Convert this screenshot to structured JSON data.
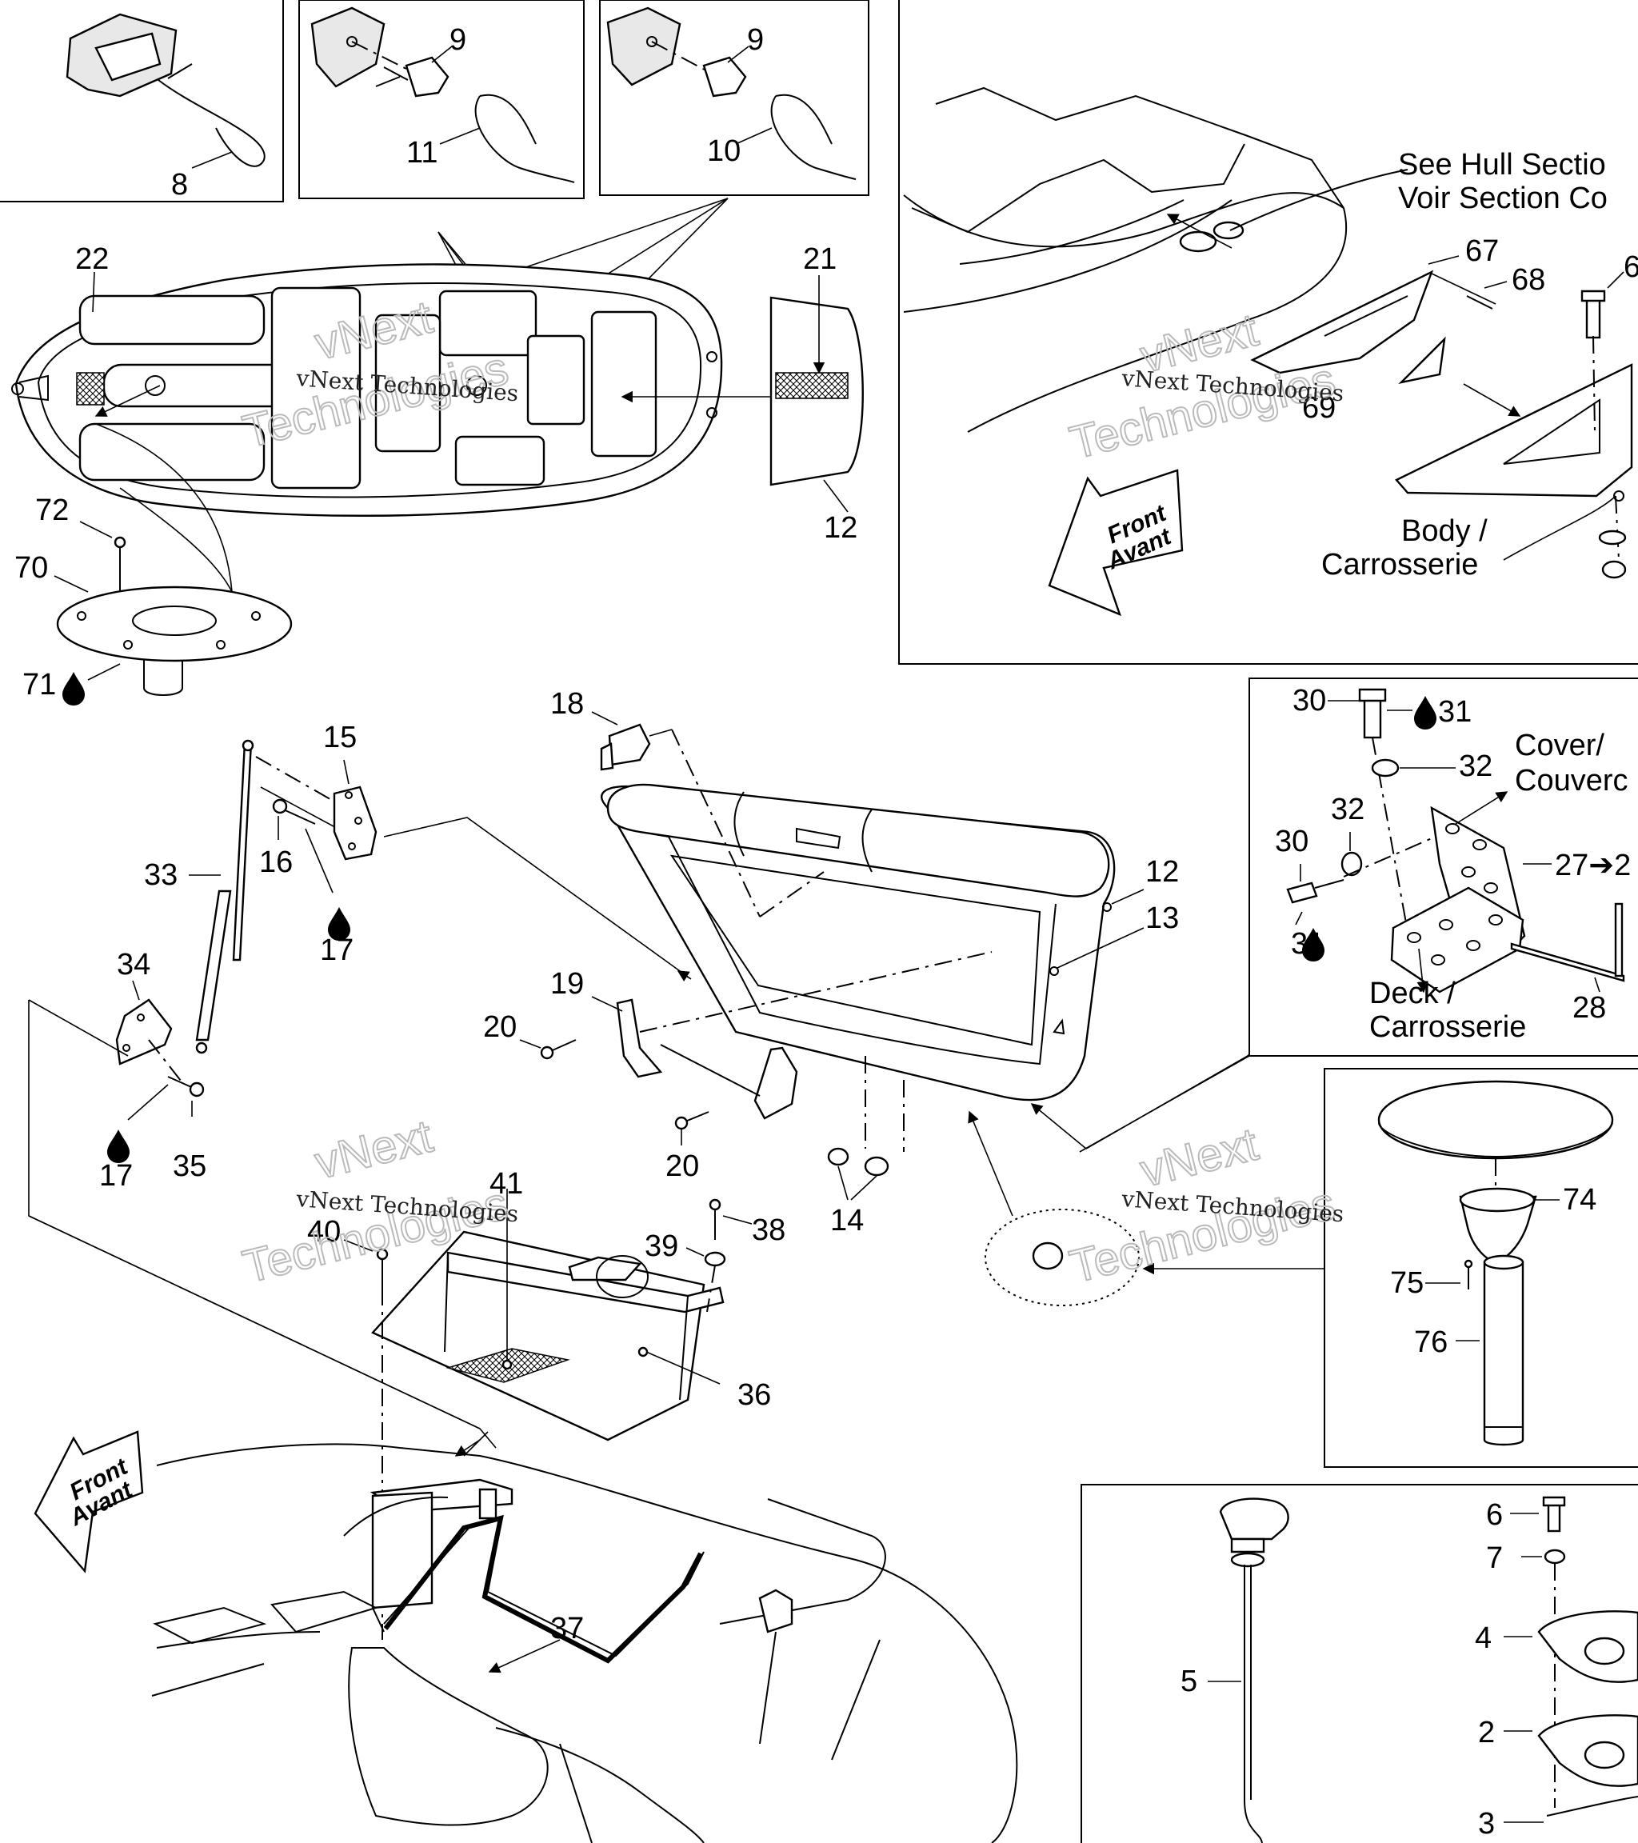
{
  "watermark": {
    "line": "vNext Technologies",
    "brand_a": "vNext",
    "brand_b": "Technologies"
  },
  "front_arrows": [
    {
      "line1": "Front",
      "line2": "Avant"
    },
    {
      "line1": "Front",
      "line2": "Avant"
    }
  ],
  "labels": {
    "see_hull_1": "See Hull Sectio",
    "see_hull_2": "Voir Section Co",
    "body_1": "Body /",
    "body_2": "Carrosserie",
    "cover_1": "Cover/",
    "cover_2": "Couverc",
    "deck_1": "Deck /",
    "deck_2": "Carrosserie",
    "ref_27": "27➔2"
  },
  "callouts": {
    "n8": "8",
    "n9a": "9",
    "n11": "11",
    "n9b": "9",
    "n10": "10",
    "n22": "22",
    "n21": "21",
    "n12a": "12",
    "n72": "72",
    "n70": "70",
    "n71": "71",
    "n67": "67",
    "n68": "68",
    "n69": "69",
    "n6top": "6",
    "n18": "18",
    "n15": "15",
    "n16": "16",
    "n17a": "17",
    "n33": "33",
    "n34": "34",
    "n35": "35",
    "n17b": "17",
    "n12b": "12",
    "n13": "13",
    "n19": "19",
    "n20a": "20",
    "n20b": "20",
    "n14": "14",
    "n30a": "30",
    "n31a": "31",
    "n32a": "32",
    "n32b": "32",
    "n30b": "30",
    "n31b": "31",
    "n28": "28",
    "n41": "41",
    "n40": "40",
    "n38": "38",
    "n39": "39",
    "n36": "36",
    "n37": "37",
    "n74": "74",
    "n75": "75",
    "n76": "76",
    "n6b": "6",
    "n7": "7",
    "n4": "4",
    "n5": "5",
    "n2": "2",
    "n3": "3"
  }
}
